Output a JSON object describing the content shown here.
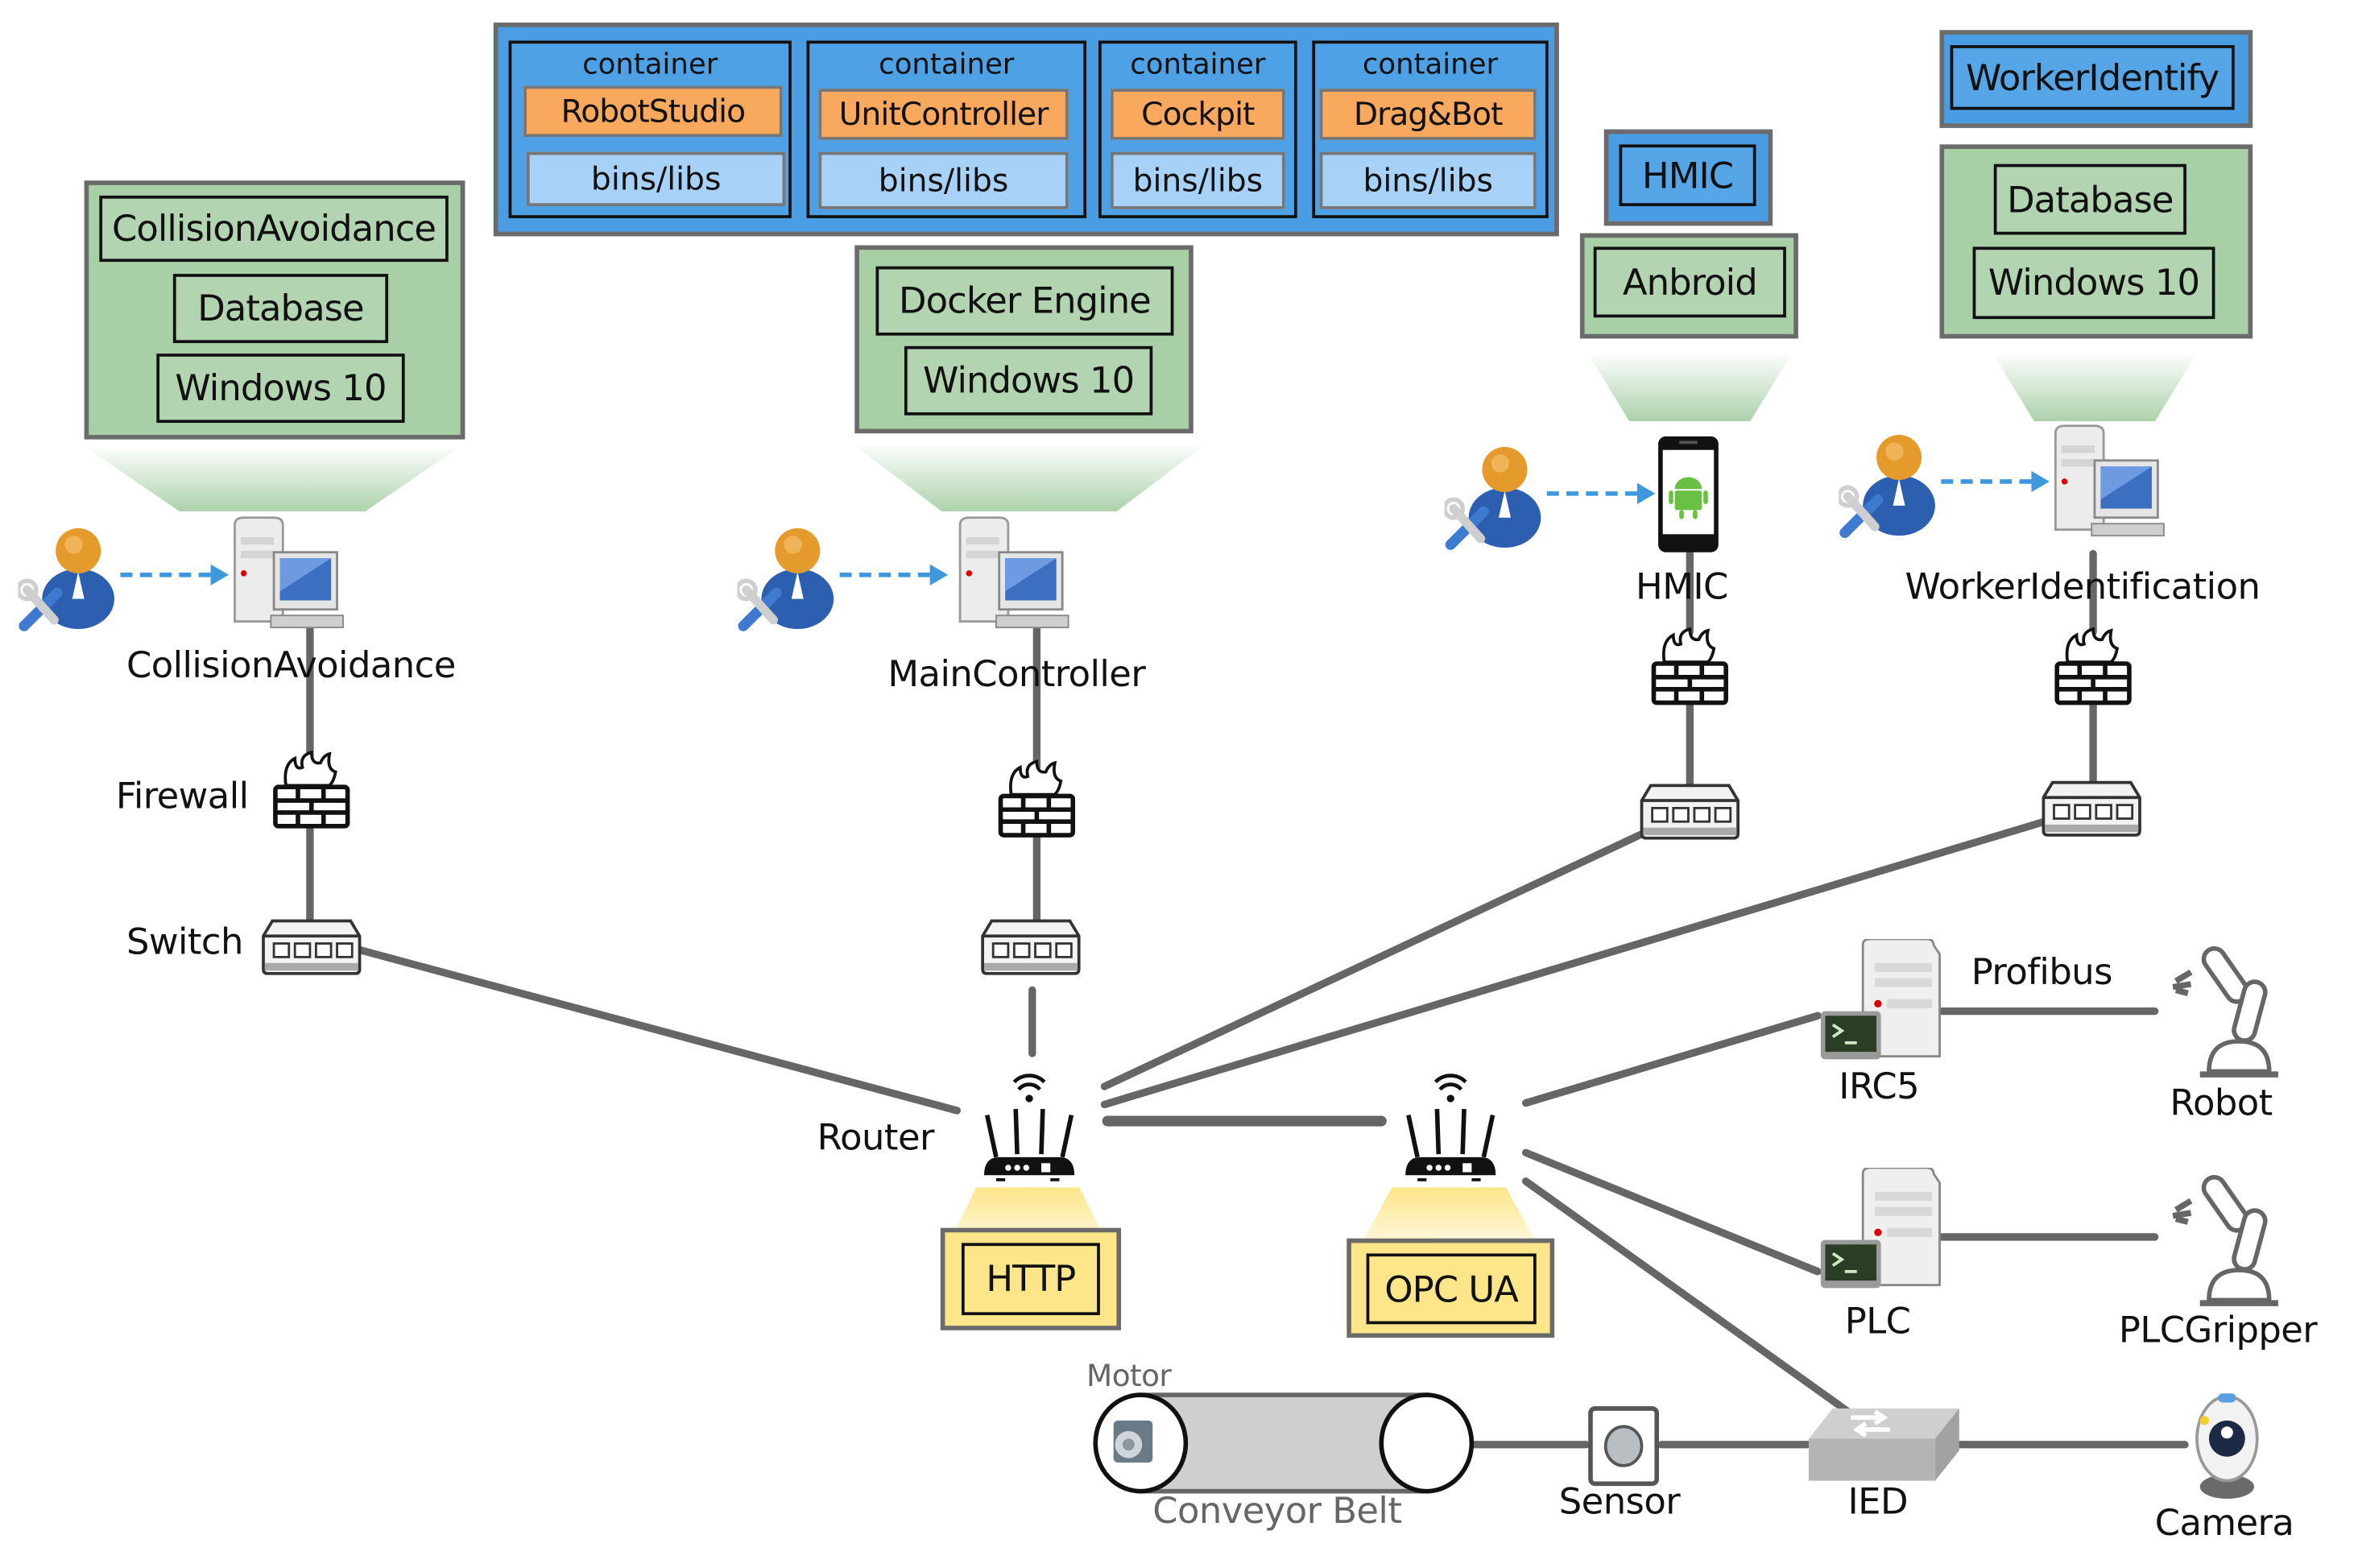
{
  "container_group": {
    "containers": [
      {
        "title": "container",
        "app": "RobotStudio",
        "libs": "bins/libs"
      },
      {
        "title": "container",
        "app": "UnitController",
        "libs": "bins/libs"
      },
      {
        "title": "container",
        "app": "Cockpit",
        "libs": "bins/libs"
      },
      {
        "title": "container",
        "app": "Drag&Bot",
        "libs": "bins/libs"
      }
    ]
  },
  "stacks": {
    "collision_avoidance": {
      "layers": [
        "CollisionAvoidance",
        "Database",
        "Windows 10"
      ]
    },
    "main_controller": {
      "layers": [
        "Docker Engine",
        "Windows 10"
      ]
    },
    "hmic": {
      "app": "HMIC",
      "os": "Anbroid"
    },
    "worker_identification": {
      "app": "WorkerIdentify",
      "layers": [
        "Database",
        "Windows 10"
      ]
    }
  },
  "nodes": {
    "collision_avoidance": "CollisionAvoidance",
    "main_controller": "MainController",
    "hmic": "HMIC",
    "worker_identification": "WorkerIdentification",
    "firewall": "Firewall",
    "switch": "Switch",
    "router": "Router",
    "irc5": "IRC5",
    "robot": "Robot",
    "plc": "PLC",
    "plc_gripper": "PLCGripper",
    "motor": "Motor",
    "conveyor_belt": "Conveyor Belt",
    "sensor": "Sensor",
    "ied": "IED",
    "camera": "Camera"
  },
  "links": {
    "profibus": "Profibus"
  },
  "protocols": {
    "http": "HTTP",
    "opc_ua": "OPC UA"
  },
  "icons": {
    "user": "user-admin-icon",
    "computer": "desktop-computer-icon",
    "phone": "android-phone-icon",
    "firewall": "firewall-icon",
    "switch": "network-switch-icon",
    "router": "wireless-router-icon",
    "server_terminal": "server-terminal-icon",
    "robot_arm": "robot-arm-icon",
    "ied": "ied-switch-icon",
    "camera": "webcam-icon",
    "sensor": "sensor-icon",
    "motor": "motor-icon"
  },
  "colors": {
    "green_box": "#a8cfa6",
    "blue_box": "#4a9de2",
    "orange_app": "#f9a95e",
    "light_blue_libs": "#a8d1f7",
    "yellow_protocol": "#fde68a",
    "link_grey": "#666666",
    "dashed_arrow": "#3f97dd"
  }
}
